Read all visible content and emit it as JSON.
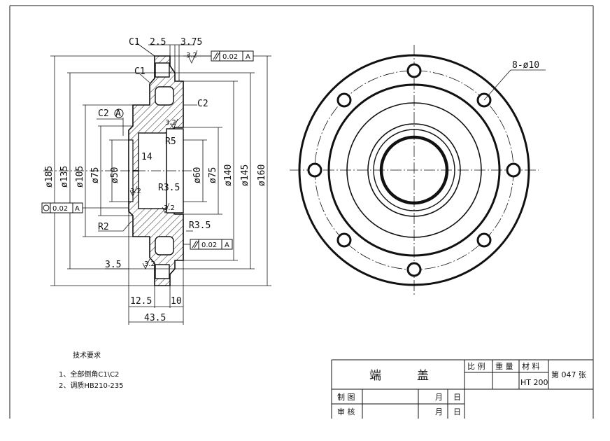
{
  "drawing": {
    "dims": {
      "c1_top": "C1",
      "d2_5": "2.5",
      "d3_75": "3.75",
      "c1_mid": "C1",
      "c2_right": "C2",
      "c2_left": "C2",
      "datum_a_circle": "A",
      "r5": "R5",
      "d14": "14",
      "r3_5_inner": "R3.5",
      "r2": "R2",
      "r3_5_outer": "R3.5",
      "d3_5": "3.5",
      "d12_5": "12.5",
      "d10": "10",
      "d43_5": "43.5",
      "phi185": "ø185",
      "phi135": "ø135",
      "phi105": "ø105",
      "phi75_left": "ø75",
      "phi50": "ø50",
      "phi60": "ø60",
      "phi75_right": "ø75",
      "phi140": "ø140",
      "phi145": "ø145",
      "phi160": "ø160",
      "holes": "8-ø10",
      "rough_top": "3.2",
      "rough_mid": "3.2",
      "rough_inner": "3.2",
      "rough_left": "3.2",
      "rough_bottom": "3.2"
    },
    "tolerances": {
      "top": {
        "value": "0.02",
        "datum": "A"
      },
      "left": {
        "value": "0.02",
        "datum": "A"
      },
      "bottom": {
        "value": "0.02",
        "datum": "A"
      }
    },
    "notes": {
      "title": "技术要求",
      "line1": "1、全部倒角C1\\C2",
      "line2": "2、调质HB210-235"
    },
    "title_block": {
      "part_name_1": "端",
      "part_name_2": "盖",
      "scale_label": "比 例",
      "weight_label": "重 量",
      "material_label": "材 料",
      "material": "HT 200",
      "sheet": "第 047 张",
      "drawn_label": "制 图",
      "checked_label": "审 核",
      "month": "月",
      "day": "日",
      "month2": "月",
      "day2": "日"
    }
  }
}
